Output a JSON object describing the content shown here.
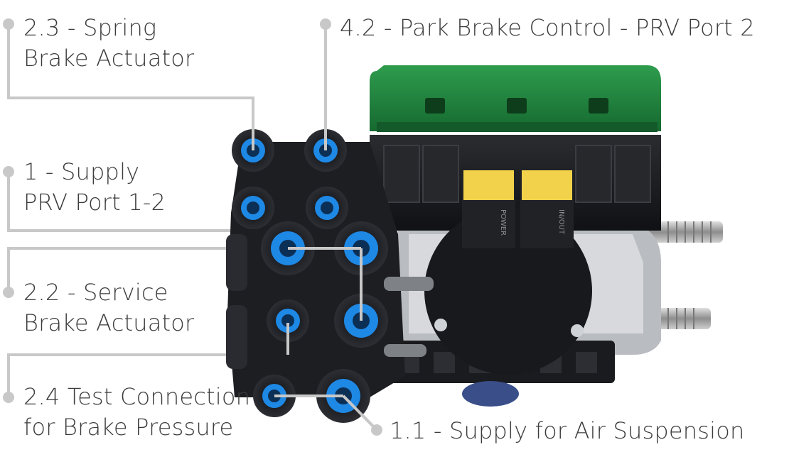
{
  "labels": [
    {
      "id": "spring",
      "lines": [
        "2.3 - Spring",
        "Brake Actuator"
      ]
    },
    {
      "id": "park",
      "lines": [
        "4.2 - Park Brake Control - PRV Port 2"
      ]
    },
    {
      "id": "supply",
      "lines": [
        "1 - Supply",
        "PRV Port 1-2"
      ]
    },
    {
      "id": "service",
      "lines": [
        "2.2 - Service",
        "Brake Actuator"
      ]
    },
    {
      "id": "test",
      "lines": [
        "2.4 Test Connection",
        "for Brake Pressure"
      ]
    },
    {
      "id": "air",
      "lines": [
        "1.1 - Supply for Air Suspension"
      ]
    }
  ],
  "connector_labels": {
    "power": "POWER",
    "in_out": "IN/OUT"
  },
  "colors": {
    "housing_green": "#1f7a3a",
    "port_blue": "#1e88e5",
    "line_gray": "#c8c8c8",
    "text": "#3c3c3c"
  }
}
